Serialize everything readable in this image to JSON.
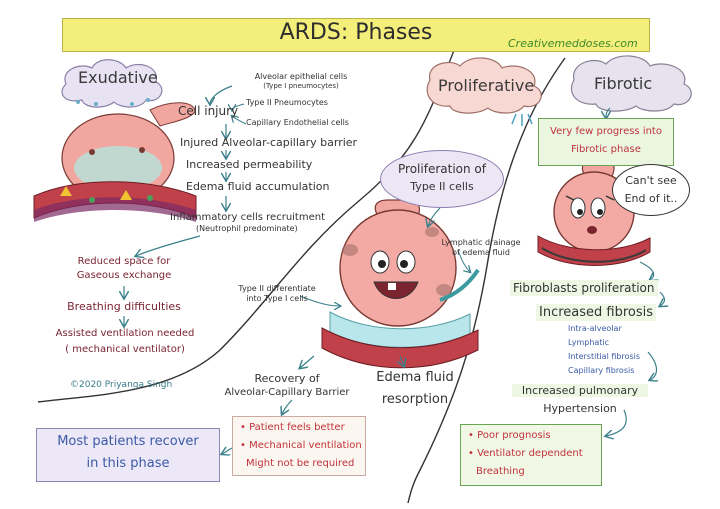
{
  "title": "ARDS: Phases",
  "website": "Creativemeddoses.com",
  "phases": {
    "exudative": "Exudative",
    "proliferative": "Proliferative",
    "fibrotic": "Fibrotic"
  },
  "exudative": {
    "cell_types": {
      "alveolar": "Alveolar epithelial cells",
      "alveolar_sub": "(Type I pneumocytes)",
      "type2": "Type II Pneumocytes",
      "capillary": "Capillary Endothelial cells"
    },
    "cell_injury": "Cell injury",
    "steps": [
      "Injured Alveolar-capillary barrier",
      "Increased permeability",
      "Edema fluid accumulation",
      "Inflammatory cells recruitment"
    ],
    "neutrophil_note": "(Neutrophil predominate)",
    "consequences": [
      "Reduced space for",
      "Gaseous exchange",
      "Breathing difficulties",
      "Assisted ventilation needed",
      "( mechanical ventilator)"
    ],
    "copyright": "©2020 Priyanga Singh"
  },
  "proliferative": {
    "bubble_line1": "Proliferation of",
    "bubble_line2": "Type II cells",
    "lymphatic_line1": "Lymphatic drainage",
    "lymphatic_line2": "of edema fluid",
    "differentiate_line1": "Type II differentiate",
    "differentiate_line2": "into Type I cells",
    "recovery_line1": "Recovery of",
    "recovery_line2": "Alveolar-Capillary Barrier",
    "edema_line1": "Edema fluid",
    "edema_line2": "resorption",
    "recover_line1": "Most patients recover",
    "recover_line2": "in this phase",
    "feels_items": [
      "Patient feels better",
      "Mechanical ventilation",
      "Might not be required"
    ]
  },
  "fibrotic": {
    "progress_line1": "Very few progress into",
    "progress_line2": "Fibrotic phase",
    "speech_line1": "Can't see",
    "speech_line2": "End of it..",
    "fibroblasts": "Fibroblasts proliferation",
    "increased_fibrosis": "Increased fibrosis",
    "fibrosis_types": [
      "Intra-alveolar",
      "Lymphatic",
      "Interstitial fibrosis",
      "Capillary fibrosis"
    ],
    "hypertension_line1": "Increased pulmonary",
    "hypertension_line2": "Hypertension",
    "prognosis_items": [
      "Poor prognosis",
      "Ventilator dependent"
    ],
    "breathing": "Breathing"
  }
}
